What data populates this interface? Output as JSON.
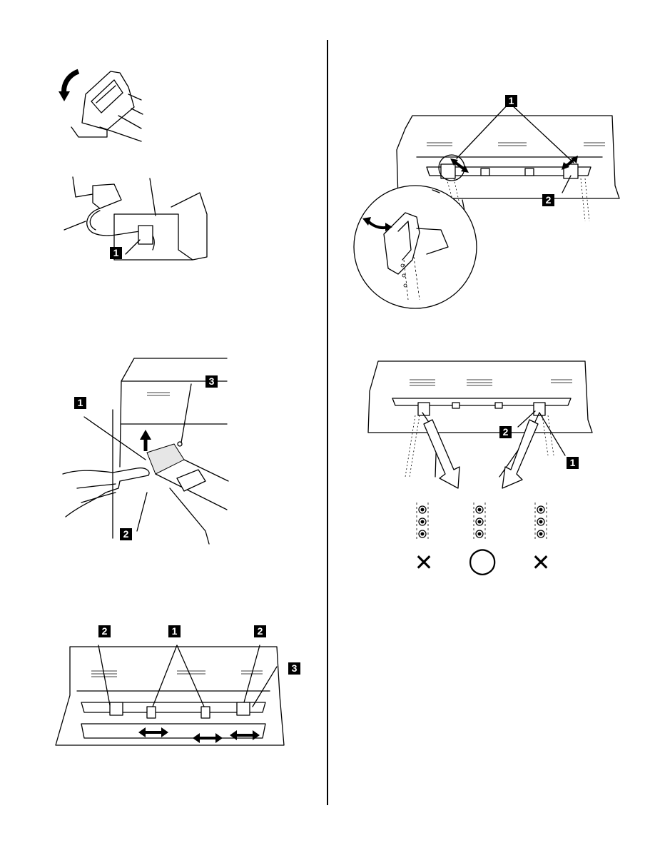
{
  "figures": {
    "ribbon_guide": {},
    "cable_clamp": {
      "callouts": [
        "1"
      ]
    },
    "paper_separator": {
      "callouts": [
        "1",
        "2",
        "3"
      ]
    },
    "tractor_overview": {
      "callouts": [
        "2",
        "1",
        "2",
        "3"
      ]
    },
    "tractor_adjust": {
      "callouts": [
        "1",
        "2"
      ]
    },
    "hole_alignment": {
      "callouts": [
        "2",
        "1"
      ],
      "results": [
        "✕",
        "◯",
        "✕"
      ]
    }
  }
}
